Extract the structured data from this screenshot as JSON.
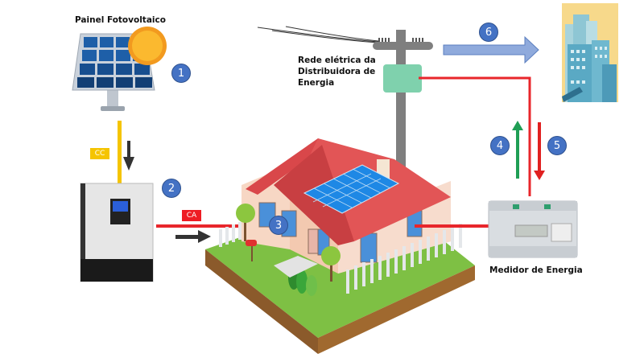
{
  "labels": {
    "solar_panel": "Painel Fotovoltaico",
    "grid": [
      "Rede elétrica da",
      "Distribuidora de",
      "Energia"
    ],
    "meter": "Medidor de Energia",
    "dc_tag": "CC",
    "ac_tag": "CA"
  },
  "steps": [
    "1",
    "2",
    "3",
    "4",
    "5",
    "6"
  ],
  "colors": {
    "dc_line": "#f5c400",
    "ac_line": "#e8262b",
    "badge": "#4472c4",
    "export_arrow": "#1f9e55",
    "import_arrow": "#e02020",
    "city_arrow": "#8faadc",
    "pole": "#7f7f7f",
    "transformer": "#7fd1ad"
  },
  "icons": [
    "solar-panel-icon",
    "sun-icon",
    "inverter-icon",
    "house-icon",
    "utility-pole-icon",
    "transformer-icon",
    "energy-meter-icon",
    "city-buildings-icon"
  ]
}
